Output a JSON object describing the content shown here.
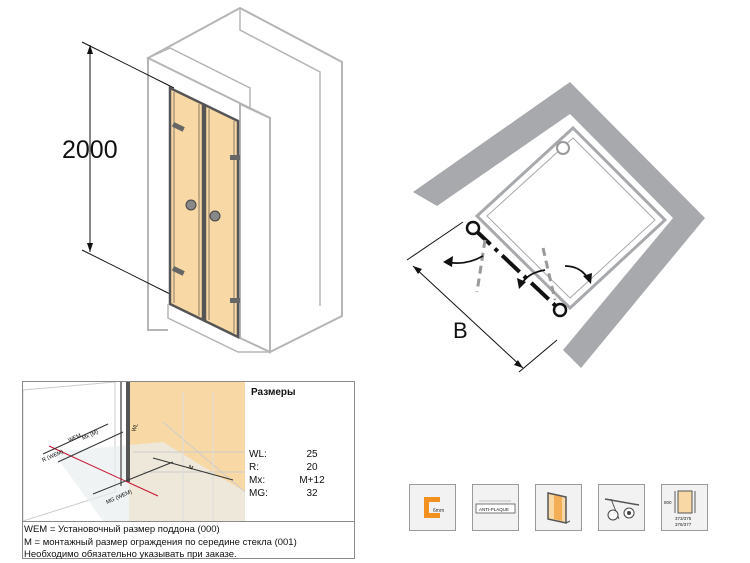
{
  "height_label": "2000",
  "width_label": "B",
  "detail_labels": {
    "r_wem": "R (WEM)",
    "wem": "WEM",
    "mx_m": "Mx (M)",
    "mg_wem": "MG (WEM)",
    "wl": "WL",
    "m": "M"
  },
  "dimensions": {
    "title": "Размеры",
    "rows": [
      {
        "key": "WL:",
        "value": "25"
      },
      {
        "key": "R:",
        "value": "20"
      },
      {
        "key": "Mx:",
        "value": "M+12"
      },
      {
        "key": "MG:",
        "value": "32"
      }
    ]
  },
  "notes": [
    "WEM = Установочный размер поддона (000)",
    "M = монтажный размер ограждения по середине стекла (001)",
    "Необходимо обязательно указывать при заказе."
  ],
  "features": [
    {
      "icon": "glass-thickness-icon",
      "label": "6mm"
    },
    {
      "icon": "anti-plaque-icon",
      "label": "ANTI-PLAQUE"
    },
    {
      "icon": "folding-door-icon",
      "label": ""
    },
    {
      "icon": "hinge-fitting-icon",
      "label": ""
    },
    {
      "icon": "height-adjust-icon",
      "label": "800",
      "label2": "373/375",
      "label3": "376/377"
    }
  ],
  "colors": {
    "glass": "#f8d9a6",
    "frame": "#555555",
    "wall": "#a7a9ac",
    "feature_orange": "#f29120"
  }
}
